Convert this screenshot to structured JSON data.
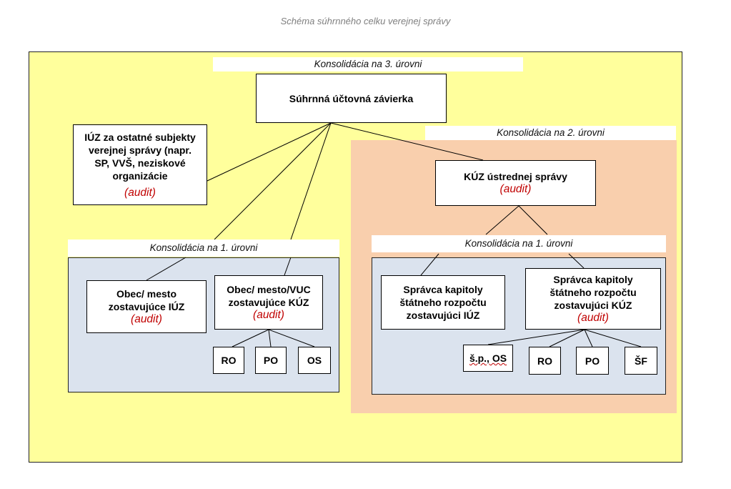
{
  "caption": "Schéma súhrnného celku verejnej správy",
  "level3": {
    "band": "Konsolidácia na 3. úrovni",
    "root_box": "Súhrnná účtovná závierka"
  },
  "other_entities": {
    "text": "IÚZ za ostatné subjekty verejnej správy (napr. SP, VVŠ, neziskové organizácie",
    "audit": "(audit)"
  },
  "level2": {
    "band": "Konsolidácia na 2. úrovni",
    "central_box": "KÚZ ústrednej správy",
    "audit": "(audit)"
  },
  "left_level1": {
    "band": "Konsolidácia na 1. úrovni",
    "municipality_iuz": {
      "text": "Obec/ mesto zostavujúce IÚZ",
      "audit": "(audit)"
    },
    "municipality_kuz": {
      "text": "Obec/ mesto/VUC zostavujúce KÚZ",
      "audit": "(audit)"
    },
    "children": [
      "RO",
      "PO",
      "OS"
    ]
  },
  "right_level1": {
    "band": "Konsolidácia na 1. úrovni",
    "chapter_iuz": {
      "text": "Správca kapitoly štátneho rozpočtu zostavujúci IÚZ"
    },
    "chapter_kuz": {
      "text": "Správca kapitoly štátneho rozpočtu zostavujúci KÚZ",
      "audit": "(audit)"
    },
    "children": [
      "š.p., OS",
      "RO",
      "PO",
      "ŠF"
    ]
  }
}
